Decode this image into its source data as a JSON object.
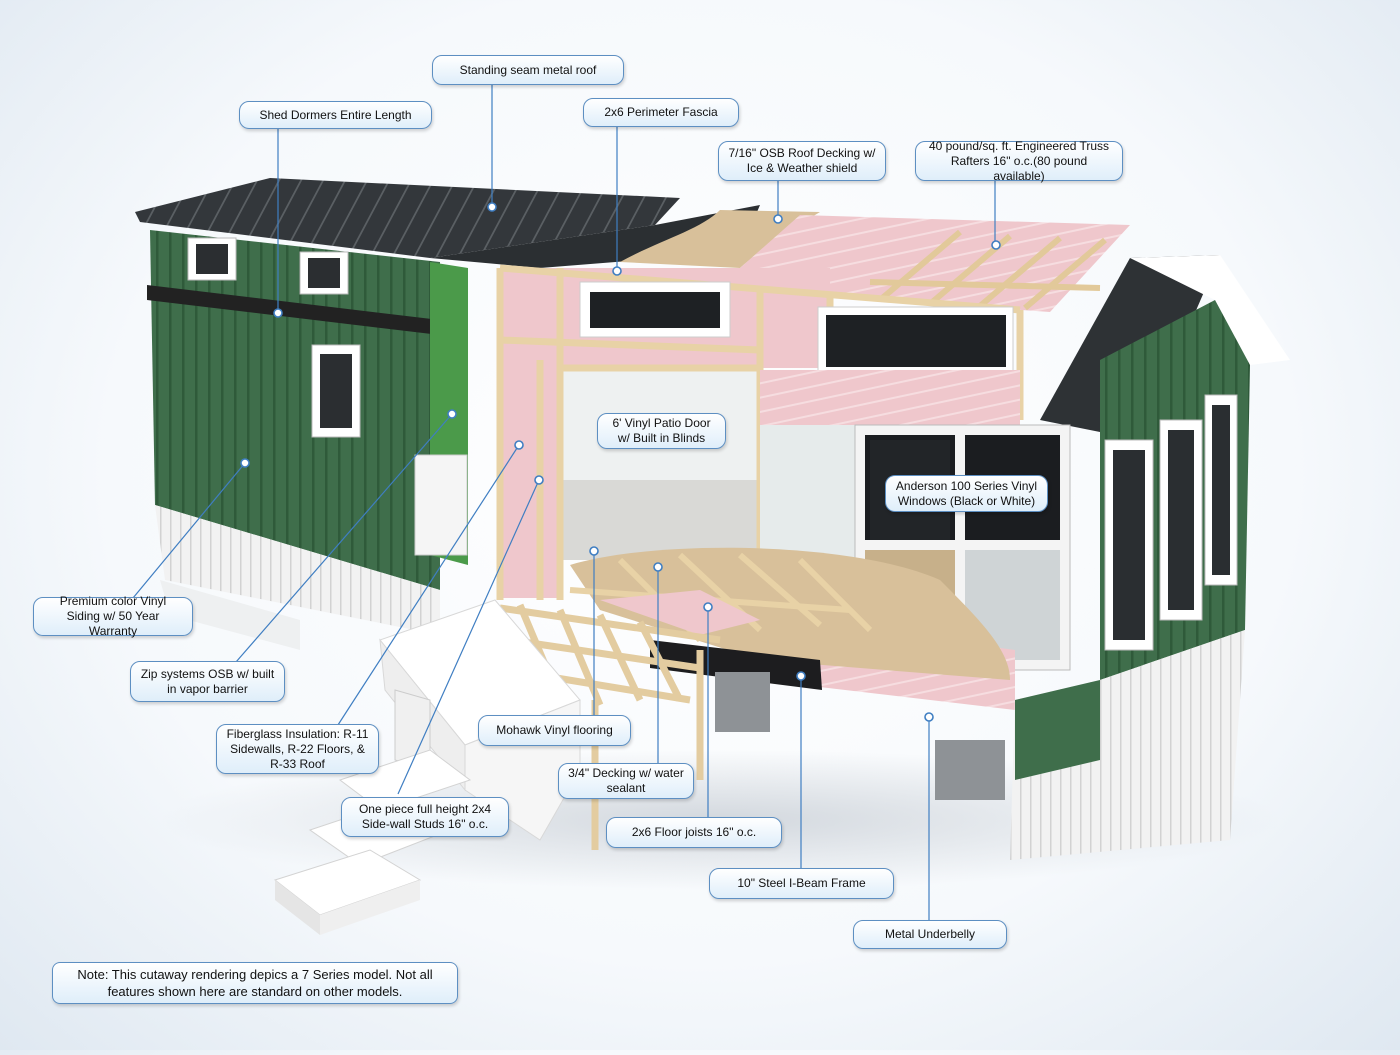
{
  "callouts": {
    "metal_roof": "Standing seam metal roof",
    "shed_dormers": "Shed Dormers Entire Length",
    "perimeter_fascia": "2x6 Perimeter Fascia",
    "osb_decking": "7/16\" OSB Roof Decking w/ Ice & Weather shield",
    "truss_rafters": "40 pound/sq. ft. Engineered Truss Rafters 16\" o.c.(80 pound available)",
    "patio_door": "6' Vinyl Patio Door w/ Built in Blinds",
    "anderson_windows": "Anderson 100 Series Vinyl Windows (Black or White)",
    "vinyl_siding": "Premium color Vinyl Siding w/ 50 Year Warranty",
    "zip_osb": "Zip systems OSB w/ built in vapor barrier",
    "fiberglass_insulation": "Fiberglass Insulation: R-11 Sidewalls, R-22 Floors, & R-33 Roof",
    "vinyl_flooring": "Mohawk Vinyl flooring",
    "decking": "3/4\" Decking w/ water sealant",
    "wall_studs": "One piece full height 2x4 Side-wall Studs 16\" o.c.",
    "floor_joists": "2x6 Floor joists 16\" o.c.",
    "ibeam_frame": "10\" Steel I-Beam Frame",
    "underbelly": "Metal Underbelly"
  },
  "note": "Note: This cutaway rendering depics a 7 Series model. Not all features shown here are standard on other models.",
  "colors": {
    "siding_green": "#3f6e4b",
    "roof_dark": "#2f3336",
    "insulation_pink": "#efc7cc",
    "lumber": "#e8d2a6",
    "osb": "#d8c09a",
    "callout_border": "#5d8fc2",
    "zip_green": "#4b9a4a"
  }
}
